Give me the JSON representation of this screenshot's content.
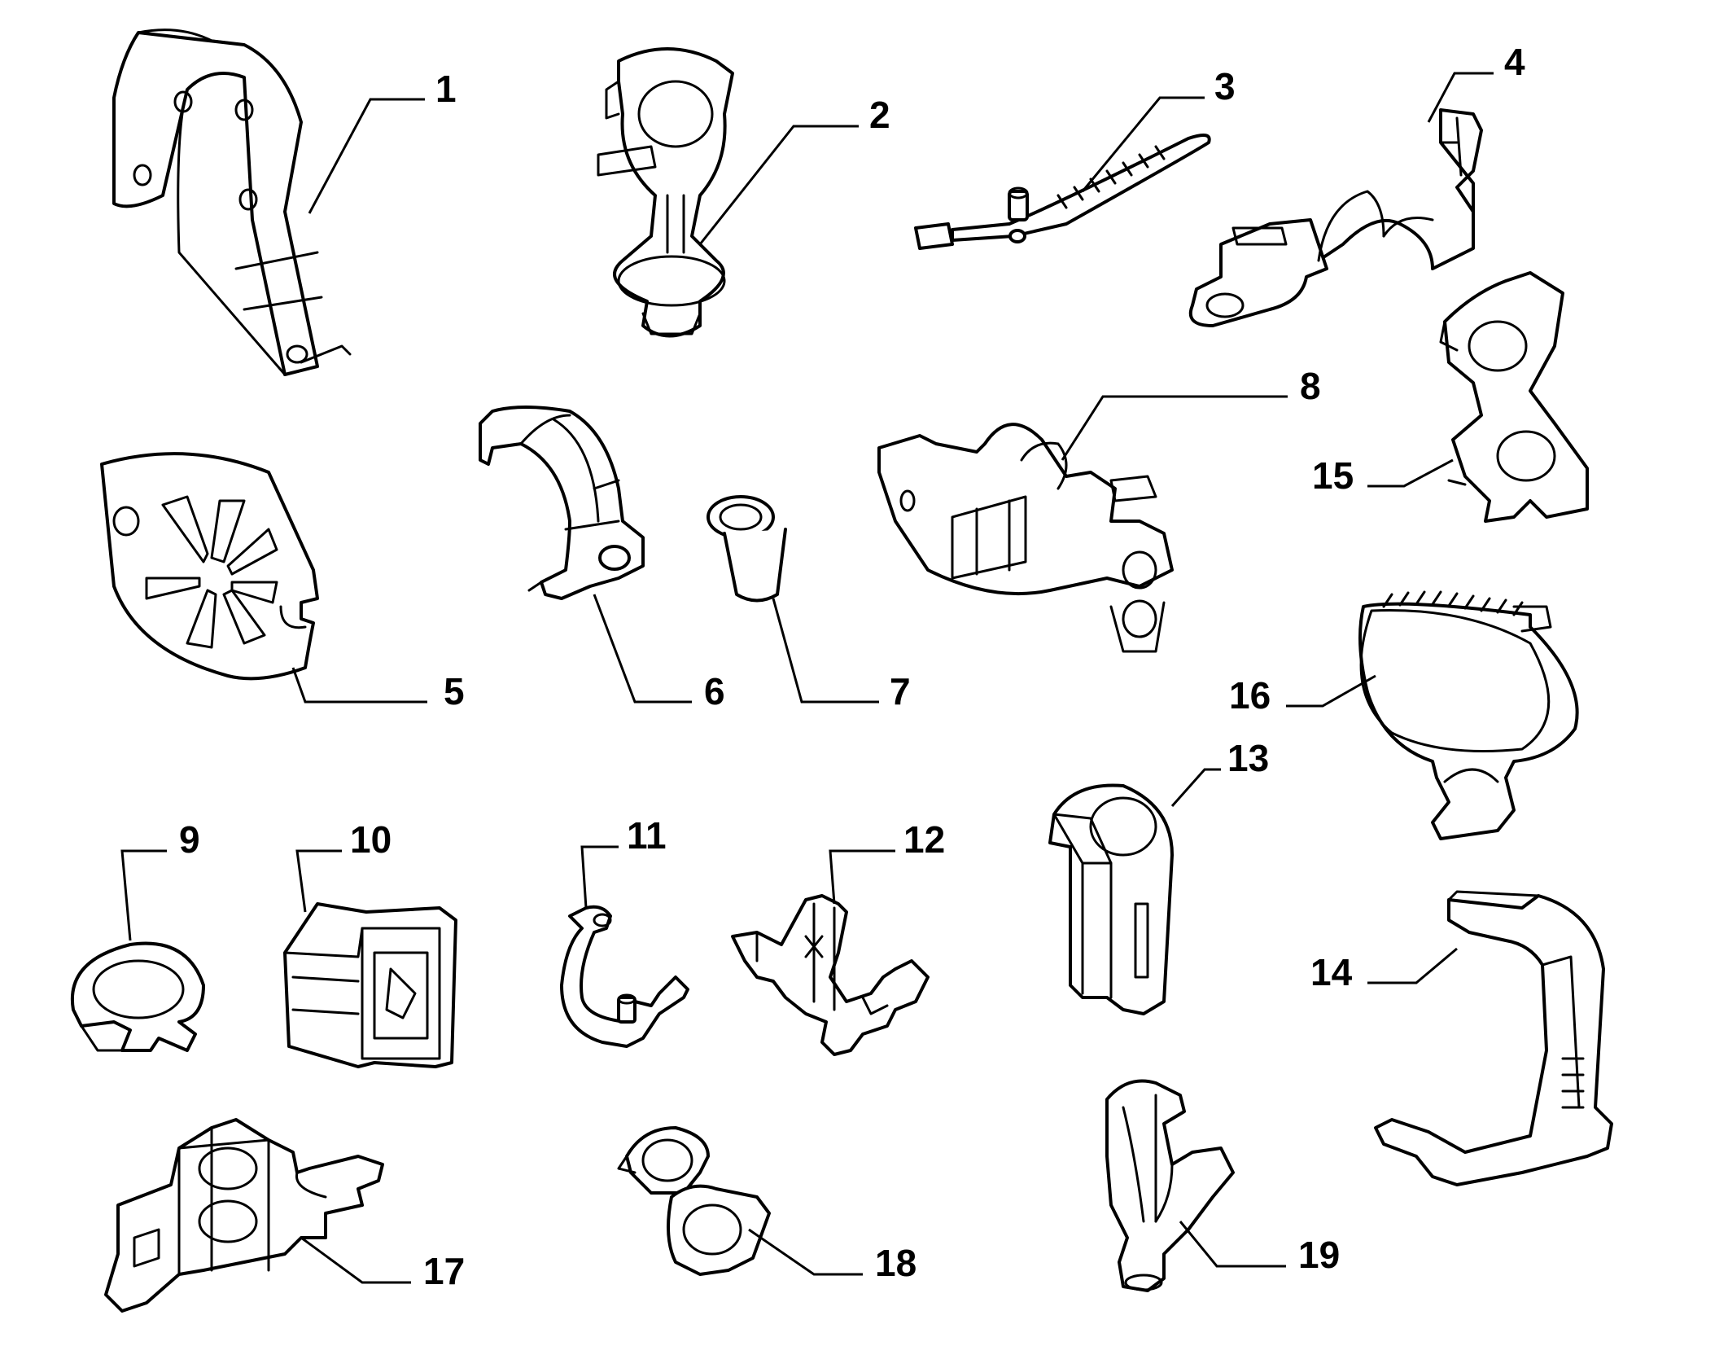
{
  "diagram": {
    "background": "#ffffff",
    "line_color": "#000000",
    "callouts": [
      {
        "id": "1",
        "label": "1",
        "part_icon": "saddle-bracket-icon"
      },
      {
        "id": "2",
        "label": "2",
        "part_icon": "push-pin-pipe-clip-icon"
      },
      {
        "id": "3",
        "label": "3",
        "part_icon": "cable-tie-icon"
      },
      {
        "id": "4",
        "label": "4",
        "part_icon": "screw-mount-clamp-icon"
      },
      {
        "id": "5",
        "label": "5",
        "part_icon": "grommet-plate-icon"
      },
      {
        "id": "6",
        "label": "6",
        "part_icon": "half-clamp-icon"
      },
      {
        "id": "7",
        "label": "7",
        "part_icon": "bushing-icon"
      },
      {
        "id": "8",
        "label": "8",
        "part_icon": "multi-clip-holder-icon"
      },
      {
        "id": "9",
        "label": "9",
        "part_icon": "ring-clip-icon"
      },
      {
        "id": "10",
        "label": "10",
        "part_icon": "square-frame-clip-icon"
      },
      {
        "id": "11",
        "label": "11",
        "part_icon": "wire-clip-icon"
      },
      {
        "id": "12",
        "label": "12",
        "part_icon": "multi-hook-clip-icon"
      },
      {
        "id": "13",
        "label": "13",
        "part_icon": "tall-pipe-holder-icon"
      },
      {
        "id": "14",
        "label": "14",
        "part_icon": "c-bracket-icon"
      },
      {
        "id": "15",
        "label": "15",
        "part_icon": "double-pipe-clip-icon"
      },
      {
        "id": "16",
        "label": "16",
        "part_icon": "loop-strap-clip-icon"
      },
      {
        "id": "17",
        "label": "17",
        "part_icon": "rail-mount-holder-icon"
      },
      {
        "id": "18",
        "label": "18",
        "part_icon": "twin-ring-clip-icon"
      },
      {
        "id": "19",
        "label": "19",
        "part_icon": "fork-clip-icon"
      }
    ]
  }
}
